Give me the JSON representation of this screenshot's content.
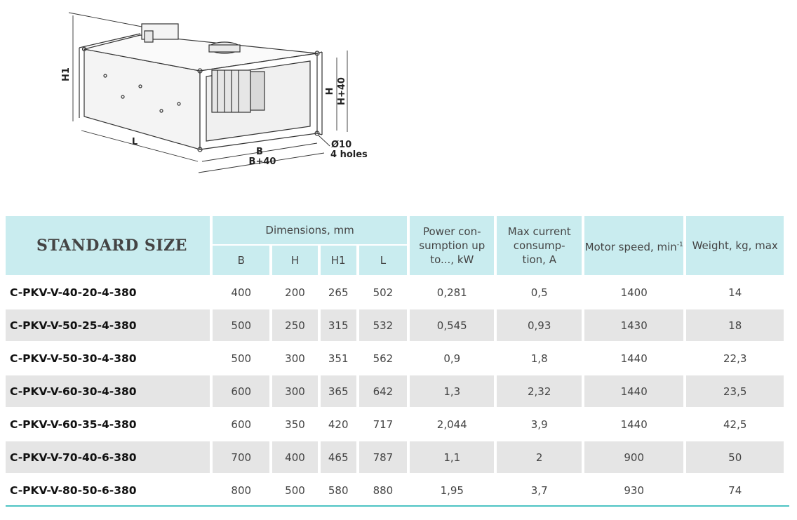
{
  "drawing": {
    "labels": {
      "h1": "H1",
      "h": "H",
      "h40": "H+40",
      "l": "L",
      "b": "B",
      "b40": "B+40",
      "hole_dia": "Ø10",
      "hole_count": "4 holes"
    }
  },
  "table": {
    "standard_size": "STANDARD SIZE",
    "dimensions_header": "Dimensions, mm",
    "dim_columns": [
      "B",
      "H",
      "H1",
      "L"
    ],
    "power_header": "Power con-sumption up to..., kW",
    "current_header": "Max current consump-tion, A",
    "speed_header": "Motor speed, min",
    "speed_sup": "-1",
    "weight_header": "Weight, kg, max",
    "rows": [
      {
        "model": "C-PKV-V-40-20-4-380",
        "b": "400",
        "h": "200",
        "h1": "265",
        "l": "502",
        "power": "0,281",
        "current": "0,5",
        "speed": "1400",
        "weight": "14"
      },
      {
        "model": "C-PKV-V-50-25-4-380",
        "b": "500",
        "h": "250",
        "h1": "315",
        "l": "532",
        "power": "0,545",
        "current": "0,93",
        "speed": "1430",
        "weight": "18"
      },
      {
        "model": "C-PKV-V-50-30-4-380",
        "b": "500",
        "h": "300",
        "h1": "351",
        "l": "562",
        "power": "0,9",
        "current": "1,8",
        "speed": "1440",
        "weight": "22,3"
      },
      {
        "model": "C-PKV-V-60-30-4-380",
        "b": "600",
        "h": "300",
        "h1": "365",
        "l": "642",
        "power": "1,3",
        "current": "2,32",
        "speed": "1440",
        "weight": "23,5"
      },
      {
        "model": "C-PKV-V-60-35-4-380",
        "b": "600",
        "h": "350",
        "h1": "420",
        "l": "717",
        "power": "2,044",
        "current": "3,9",
        "speed": "1440",
        "weight": "42,5"
      },
      {
        "model": "C-PKV-V-70-40-6-380",
        "b": "700",
        "h": "400",
        "h1": "465",
        "l": "787",
        "power": "1,1",
        "current": "2",
        "speed": "900",
        "weight": "50"
      },
      {
        "model": "C-PKV-V-80-50-6-380",
        "b": "800",
        "h": "500",
        "h1": "580",
        "l": "880",
        "power": "1,95",
        "current": "3,7",
        "speed": "930",
        "weight": "74"
      }
    ]
  },
  "colors": {
    "header_bg": "#c9ecef",
    "row_shade": "#e5e5e5",
    "accent_rule": "#4dc3c3"
  }
}
